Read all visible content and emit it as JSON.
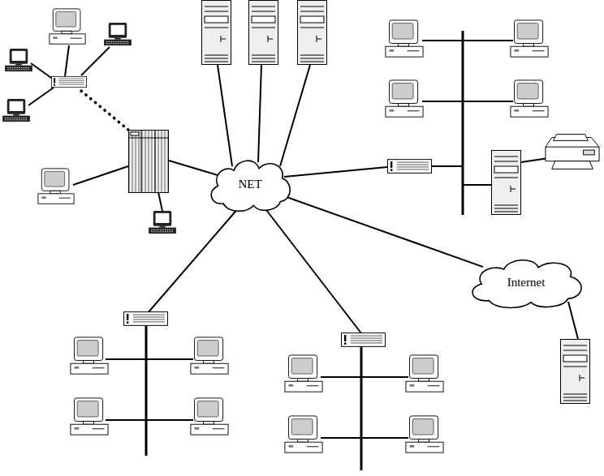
{
  "diagram": {
    "nodes": [
      {
        "text": [
          "NET"
        ]
      },
      {
        "text": [
          "Internet"
        ]
      }
    ],
    "edges": [
      {
        "from": 0,
        "to": 1,
        "arrow": "none"
      }
    ]
  }
}
